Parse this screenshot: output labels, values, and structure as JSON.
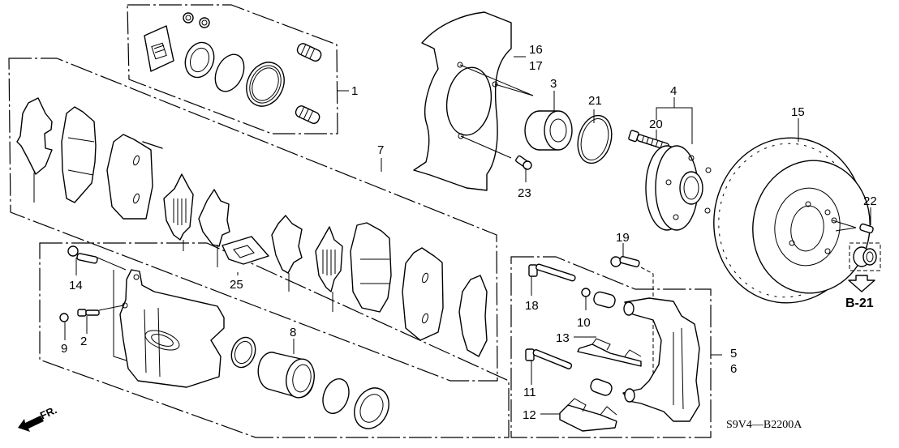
{
  "diagram": {
    "title": "Front brake assembly exploded parts diagram",
    "diagram_code": "S9V4—B2200A",
    "reference_label": "B-21",
    "direction_label": "FR.",
    "callouts": {
      "c1": "1",
      "c2": "2",
      "c3": "3",
      "c4": "4",
      "c5": "5",
      "c6": "6",
      "c7": "7",
      "c8": "8",
      "c9": "9",
      "c10": "10",
      "c11": "11",
      "c12": "12",
      "c13": "13",
      "c14": "14",
      "c15": "15",
      "c16": "16",
      "c17": "17",
      "c18": "18",
      "c19": "19",
      "c20": "20",
      "c21": "21",
      "c22": "22",
      "c23": "23",
      "c25": "25"
    },
    "icons": {
      "front_arrow": "arrow-left-down-icon",
      "reference_arrow": "arrow-down-outline-icon"
    }
  }
}
